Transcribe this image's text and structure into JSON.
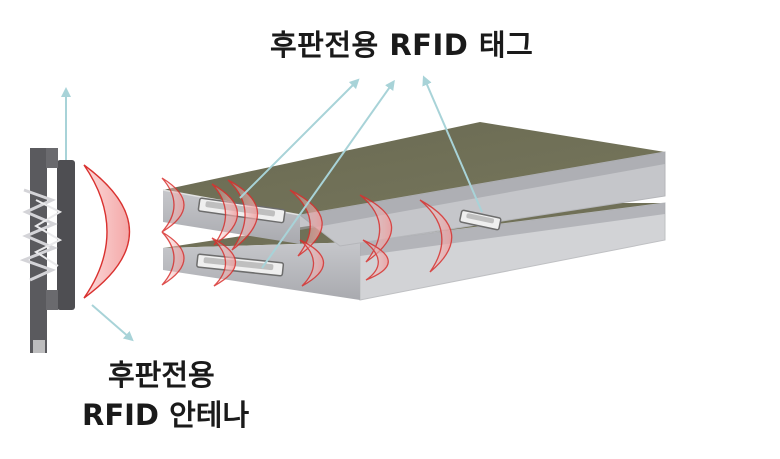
{
  "labels": {
    "tag": "후판전용 RFID 태그",
    "antenna_line1": "후판전용",
    "antenna_line2": "RFID 안테나"
  },
  "colors": {
    "plate_top": "#6d6d55",
    "plate_side": "#b8b9bd",
    "plate_side_dark": "#a4a5aa",
    "antenna": "#555559",
    "wave_fill": "#f3b5b5",
    "wave_stroke": "#d9312f",
    "arrow": "#a8d3d8"
  },
  "icons": {
    "antenna": "rfid-antenna-icon",
    "wave": "radio-wave-icon",
    "tag": "rfid-tag-icon"
  }
}
